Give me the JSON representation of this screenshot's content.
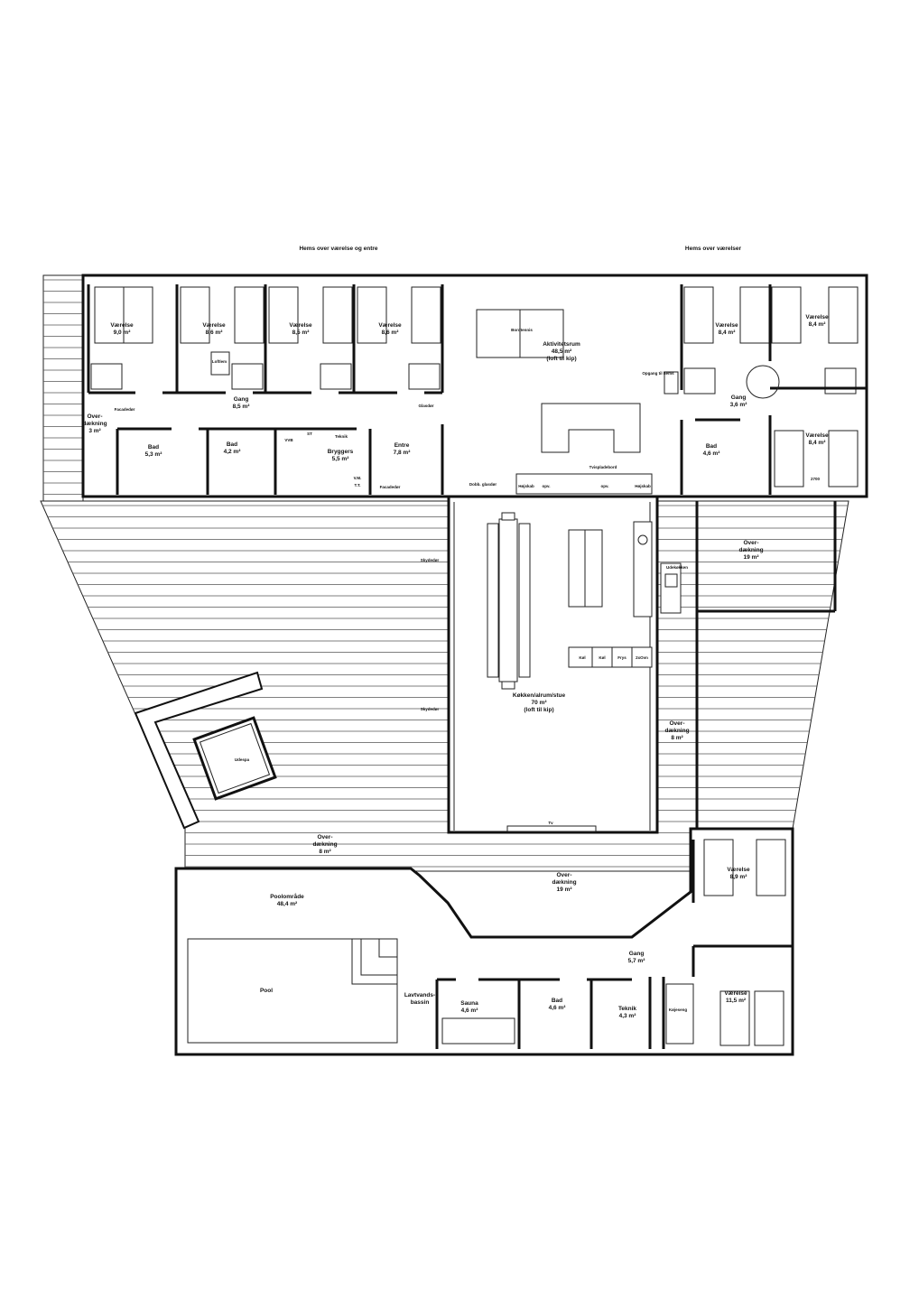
{
  "colors": {
    "wall": "#111111",
    "background": "#ffffff",
    "hatch": "#555555"
  },
  "labels": {
    "hems_left": [
      "Hems over værelse og entre"
    ],
    "hems_right": [
      "Hems over værelser"
    ],
    "v1": [
      "Værelse",
      "9,0 m²"
    ],
    "v2": [
      "Værelse",
      "8,6 m²"
    ],
    "v3": [
      "Værelse",
      "8,5 m²"
    ],
    "v4": [
      "Værelse",
      "8,6 m²"
    ],
    "loftlem": [
      "Loftlem"
    ],
    "gang_left": [
      "Gang",
      "8,5 m²"
    ],
    "facadedor1": [
      "Facadedør"
    ],
    "overd_3": [
      "Over-",
      "dækning",
      "3 m²"
    ],
    "bad_5_3": [
      "Bad",
      "5,3 m²"
    ],
    "bad_4_2": [
      "Bad",
      "4,2 m²"
    ],
    "vvb": [
      "VVB"
    ],
    "st": [
      "ST"
    ],
    "teknik_top": [
      "Teknik"
    ],
    "bryggers": [
      "Bryggers",
      "5,5 m²"
    ],
    "vmtt": [
      "V.M.",
      "T.T."
    ],
    "entre": [
      "Entre",
      "7,8 m²"
    ],
    "glasdor": [
      "Glasdør"
    ],
    "facadedor2": [
      "Facadedør"
    ],
    "bordtennis": [
      "Bordtennis"
    ],
    "aktivitetsrum": [
      "Aktivitetsrum",
      "48,5 m²",
      "(loft til kip)"
    ],
    "opgang": [
      "Opgang til hems"
    ],
    "dobb_glasdor": [
      "Dobb. glasdør"
    ],
    "hojskab1": [
      "Højskab"
    ],
    "opv1": [
      "opv."
    ],
    "opv2": [
      "opv."
    ],
    "hojskab2": [
      "Højskab"
    ],
    "tvisp": [
      "Tvispladebord"
    ],
    "v_r1": [
      "Værelse",
      "8,4 m²"
    ],
    "v_r2": [
      "Værelse",
      "8,4 m²"
    ],
    "v_r3": [
      "Værelse",
      "8,4 m²"
    ],
    "gang_r": [
      "Gang",
      "3,6 m²"
    ],
    "bad_r": [
      "Bad",
      "4,6 m²"
    ],
    "dim_2700": [
      "2700"
    ],
    "skydedor1": [
      "Skydedør"
    ],
    "skydedor2": [
      "Skydedør"
    ],
    "udekokken": [
      "Udekøkken"
    ],
    "kol1": [
      "Køl"
    ],
    "kol2": [
      "Køl"
    ],
    "frys": [
      "Frys"
    ],
    "ovn": [
      "2xOvn"
    ],
    "kokken": [
      "Køkken/alrum/stue",
      "70 m²",
      "(loft til kip)"
    ],
    "tv": [
      "Tv"
    ],
    "overd_19_right": [
      "Over-",
      "dækning",
      "19 m²"
    ],
    "overd_8_right": [
      "Over-",
      "dækning",
      "8 m²"
    ],
    "udespa": [
      "Udespa"
    ],
    "overd_8_lower": [
      "Over-",
      "dækning",
      "8 m²"
    ],
    "overd_19_lower": [
      "Over-",
      "dækning",
      "19 m²"
    ],
    "poolomrade": [
      "Poolområde",
      "48,4 m²"
    ],
    "pool": [
      "Pool"
    ],
    "lavtvand": [
      "Lavtvands-",
      "bassin"
    ],
    "sauna": [
      "Sauna",
      "4,6 m²"
    ],
    "bad_lower": [
      "Bad",
      "4,6 m²"
    ],
    "teknik_lower": [
      "Teknik",
      "4,3 m²"
    ],
    "gang_lower": [
      "Gang",
      "5,7 m²"
    ],
    "v_l1": [
      "Værelse",
      "8,9 m²"
    ],
    "v_l2": [
      "Værelse",
      "11,5 m²"
    ],
    "kojeseng": [
      "Køjeseng"
    ]
  }
}
